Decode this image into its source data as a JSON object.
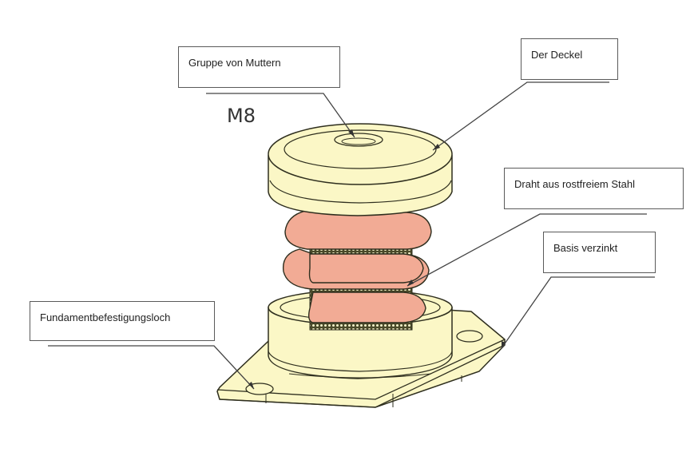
{
  "diagram": {
    "title": "Spring vibration isolator mount",
    "dimension_label": "M8",
    "labels": {
      "nut_group": "Gruppe von Muttern",
      "cover": "Der Deckel",
      "wire": "Draht aus rostfreiem Stahl",
      "base": "Basis verzinkt",
      "foundation_hole": "Fundamentbefestigungsloch"
    },
    "colors": {
      "body_fill": "#fbf7c6",
      "spring_fill": "#f2ab95",
      "mesh_dark": "#4a4a2a",
      "mesh_light": "#f4f0c8",
      "outline": "#2e2e1e",
      "leader": "#444444"
    }
  }
}
